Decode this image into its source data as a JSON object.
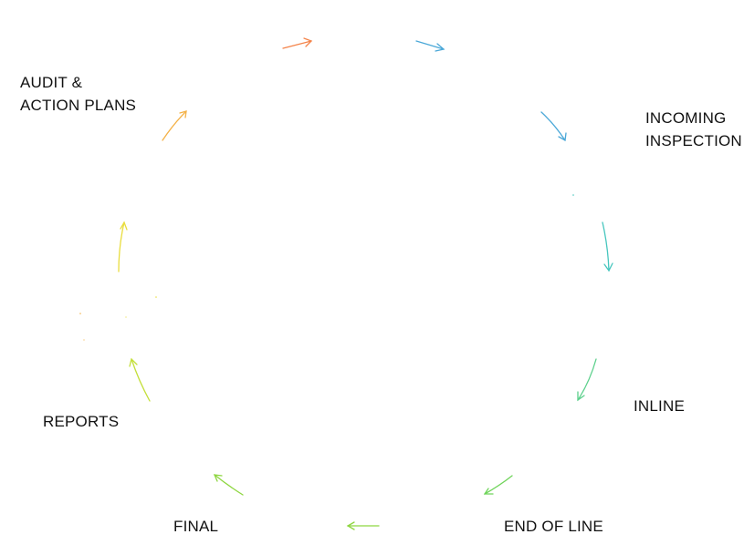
{
  "cycle": {
    "stages": [
      {
        "id": "audit",
        "label": "AUDIT &\nACTION PLANS"
      },
      {
        "id": "incoming",
        "label": "INCOMING\nINSPECTION"
      },
      {
        "id": "inline",
        "label": "INLINE"
      },
      {
        "id": "end-of-line",
        "label": "END OF LINE"
      },
      {
        "id": "final",
        "label": "FINAL"
      },
      {
        "id": "reports",
        "label": "REPORTS"
      }
    ],
    "arrow_colors": {
      "orange": "#f4844a",
      "blue": "#4ba8d8",
      "teal": "#46c6be",
      "green_teal": "#5cd08c",
      "green": "#6fd45a",
      "light_green": "#8ed640",
      "yellow_green": "#c4df3a",
      "yellow": "#e9dd3e",
      "amber": "#f4b146"
    }
  }
}
